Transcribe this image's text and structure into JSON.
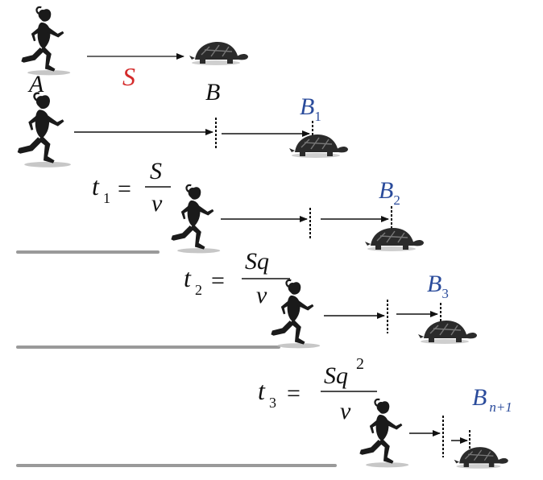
{
  "colors": {
    "ink": "#111111",
    "highlight_red": "#d42a2a",
    "highlight_blue": "#2a4b9b",
    "ground": "#9a9a9a"
  },
  "icons": {
    "runner": "runner-icon",
    "tortoise": "tortoise-icon"
  },
  "labels": {
    "A": "A",
    "S": "S",
    "B": "B",
    "B_letter": "B",
    "B1_sub": "1",
    "B2_sub": "2",
    "B3_sub": "3",
    "Bn_sub": "n+1"
  },
  "formulas": {
    "t1": {
      "t": "t",
      "sub": "1",
      "eq": "=",
      "num": "S",
      "den": "v"
    },
    "t2": {
      "t": "t",
      "sub": "2",
      "eq": "=",
      "num": "Sq",
      "den": "v"
    },
    "t3": {
      "t": "t",
      "sub": "3",
      "eq": "=",
      "num": "Sq",
      "num_sup": "2",
      "den": "v"
    }
  }
}
